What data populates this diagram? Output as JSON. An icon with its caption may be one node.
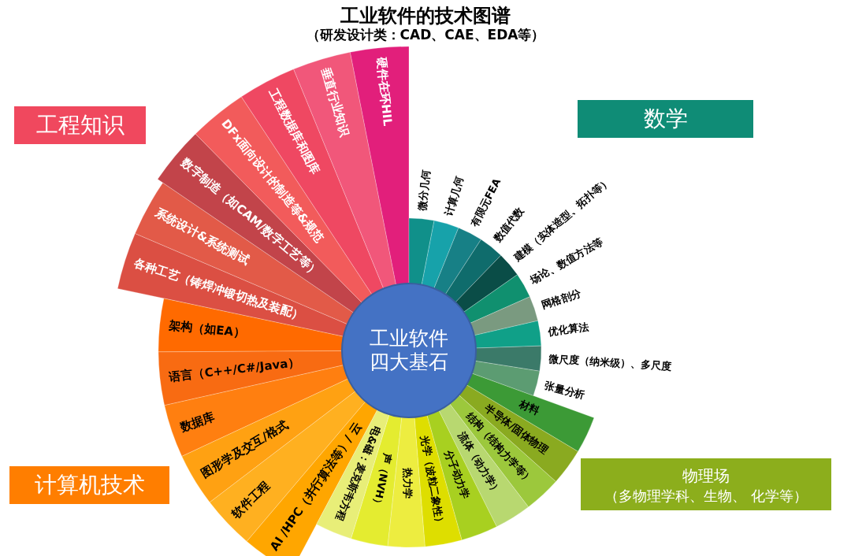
{
  "diagram": {
    "title": "工业软件的技术图谱",
    "nodes": [
      {
        "text": [
          "工程知识"
        ]
      },
      {
        "text": [
          "数学"
        ]
      },
      {
        "text": [
          "各种工艺（铸焊冲锻切热及装配）"
        ]
      },
      {
        "text": [
          "系统设计&系统测试"
        ]
      },
      {
        "text": [
          "数字制造（如CAM/数字工艺等）"
        ]
      },
      {
        "text": [
          "DFx面向设计的制造等&规范"
        ]
      },
      {
        "text": [
          "工程数据库和图库"
        ]
      },
      {
        "text": [
          "垂直行业知识"
        ]
      },
      {
        "text": [
          "硬件在环HIL"
        ]
      },
      {
        "text": [
          "微分几何"
        ]
      },
      {
        "text": [
          "计算几何"
        ]
      },
      {
        "text": [
          "有限元FEA"
        ]
      },
      {
        "text": [
          "数值代数"
        ]
      },
      {
        "text": [
          "建模（实体造型、拓扑等）"
        ]
      },
      {
        "text": [
          "场论、数值方法等"
        ]
      },
      {
        "text": [
          "网格剖分"
        ]
      },
      {
        "text": [
          "优化算法"
        ]
      },
      {
        "text": [
          "微尺度（纳米级）、多尺度"
        ]
      },
      {
        "text": [
          "张量分析"
        ]
      },
      {
        "text": [
          "工业软件四大基石"
        ]
      },
      {
        "text": [
          "架构（如EA）"
        ]
      },
      {
        "text": [
          "语言（C++/C#/Java）"
        ]
      },
      {
        "text": [
          "数据库"
        ]
      },
      {
        "text": [
          "图形学及交互/格式"
        ]
      },
      {
        "text": [
          "软件工程"
        ]
      },
      {
        "text": [
          "AI /HPC（并行算法等）/ 云"
        ]
      },
      {
        "text": [
          "材料"
        ]
      },
      {
        "text": [
          "半导体/固体物理"
        ]
      },
      {
        "text": [
          "结构（结构力学等）"
        ]
      },
      {
        "text": [
          "流体（动力学）"
        ]
      },
      {
        "text": [
          "分子动力学"
        ]
      },
      {
        "text": [
          "光学（波粒二象性）"
        ]
      },
      {
        "text": [
          "热力学"
        ]
      },
      {
        "text": [
          "声（NVH）"
        ]
      },
      {
        "text": [
          "电&磁：麦克斯韦方程"
        ]
      },
      {
        "text": [
          "计算机技术"
        ]
      },
      {
        "text": [
          "物理场",
          "（多物理学科、生物、 化学等）"
        ]
      }
    ],
    "labels": [
      "（研发设计类：CAD、CAE、EDA等）"
    ]
  }
}
